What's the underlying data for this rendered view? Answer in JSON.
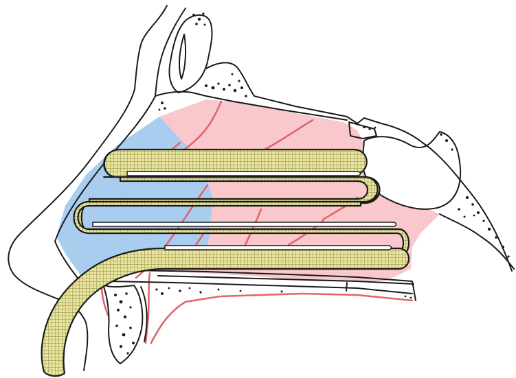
{
  "figure": {
    "description_visible_text": "",
    "colors": {
      "mucosa": "#f9c8cc",
      "anterior_region": "#a9cdee",
      "vessel_lines": "#e2656b",
      "packing_fill": "#e9e49a",
      "packing_grid": "#6a6a3a",
      "bone_outline": "#1a1a1a",
      "background": "#ffffff"
    },
    "elements": [
      "nasal-outline-icon",
      "nasal-septum-mucosa",
      "anterior-septum-region",
      "blood-vessels",
      "sphenoid-sinus",
      "frontal-sinus",
      "palate-bone",
      "nasal-packing-gauze-icon"
    ]
  }
}
